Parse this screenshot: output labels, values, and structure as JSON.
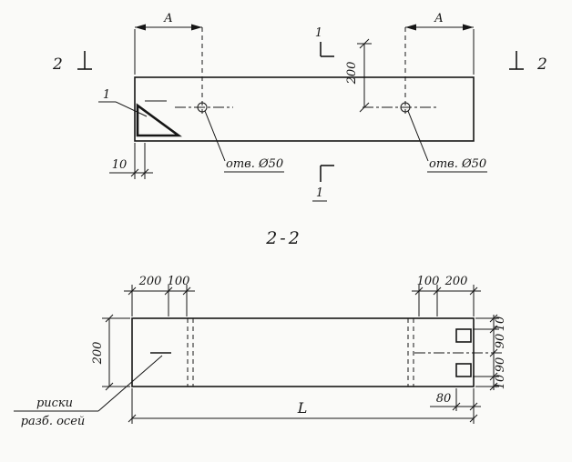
{
  "drawing": {
    "paper_color": "#fafaf8",
    "line_color": "#161616",
    "plan_view": {
      "dim_a_left": "A",
      "dim_a_right": "A",
      "cut_2_left": "2",
      "cut_2_right": "2",
      "cut_1_top": "1",
      "cut_1_bottom": "1",
      "detail_label": "1",
      "dim_200": "200",
      "dim_10": "10",
      "hole_left_label": "отв. Ø50",
      "hole_right_label": "отв. Ø50"
    },
    "section_view": {
      "title": "2-2",
      "dims_top_left": [
        "200",
        "100"
      ],
      "dims_top_right": [
        "100",
        "200"
      ],
      "dim_height": "200",
      "dim_chain_right": [
        "10",
        "90",
        "90",
        "10"
      ],
      "dim_80": "80",
      "dim_length": "L",
      "note_line1": "риски",
      "note_line2": "разб. осей"
    }
  }
}
